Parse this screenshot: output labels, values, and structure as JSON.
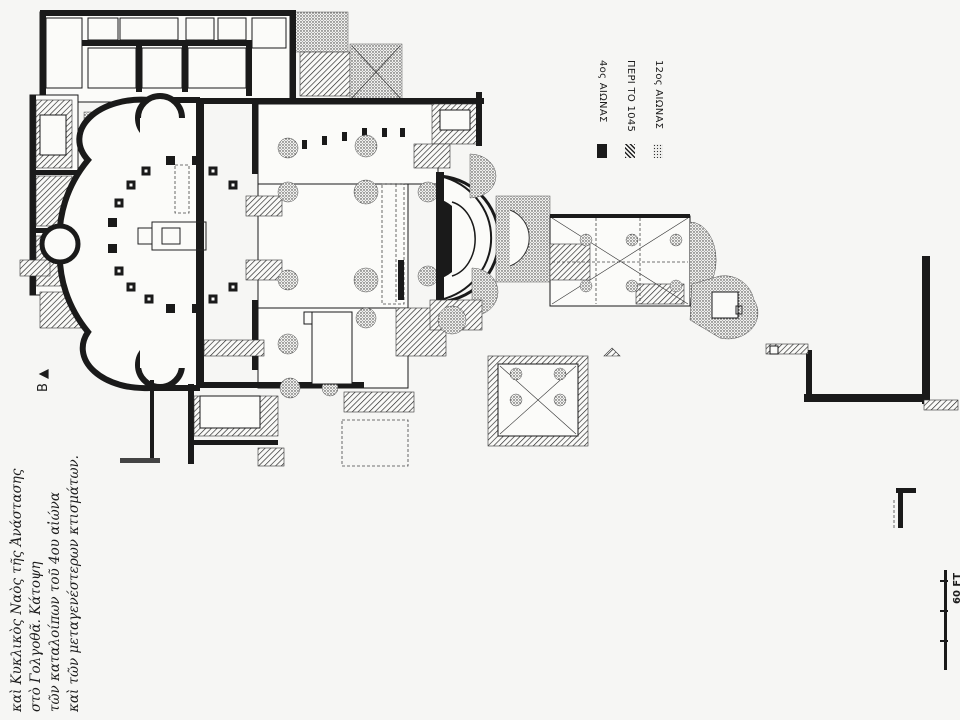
{
  "caption": {
    "lines": [
      "καὶ Κυκλικὸς Ναὸς τῆς Ἀνάστασης",
      "στὸ Γολγοθᾶ. Κάτοψη",
      "τῶν καταλοίπων τοῦ 4ου αἰώνα",
      "καὶ τῶν μεταγενέστερων κτισμάτων."
    ]
  },
  "legend": {
    "items": [
      {
        "label": "4ος ΑΙΩΝΑΣ",
        "pattern": "solid"
      },
      {
        "label": "ΠΕΡΙ ΤΟ 1045",
        "pattern": "hatched"
      },
      {
        "label": "12ος ΑΙΩΝΑΣ",
        "pattern": "dotted"
      }
    ]
  },
  "scale": {
    "label": "60 FT"
  },
  "north": {
    "label": "B ▲"
  }
}
